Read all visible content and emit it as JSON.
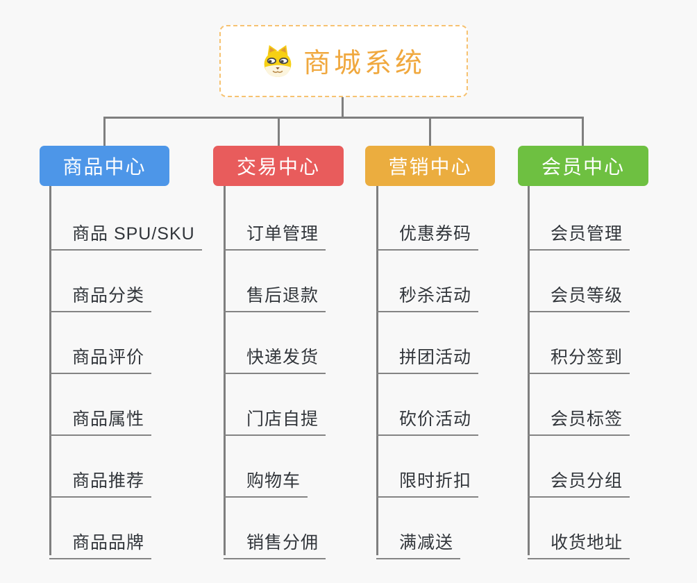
{
  "root": {
    "label": "商城系统",
    "icon": "dog-face-icon"
  },
  "branches": [
    {
      "label": "商品中心",
      "color": "#4d96e8",
      "children": [
        "商品 SPU/SKU",
        "商品分类",
        "商品评价",
        "商品属性",
        "商品推荐",
        "商品品牌"
      ]
    },
    {
      "label": "交易中心",
      "color": "#e85c5c",
      "children": [
        "订单管理",
        "售后退款",
        "快递发货",
        "门店自提",
        "购物车",
        "销售分佣"
      ]
    },
    {
      "label": "营销中心",
      "color": "#ebad3f",
      "children": [
        "优惠券码",
        "秒杀活动",
        "拼团活动",
        "砍价活动",
        "限时折扣",
        "满减送"
      ]
    },
    {
      "label": "会员中心",
      "color": "#6ec041",
      "children": [
        "会员管理",
        "会员等级",
        "积分签到",
        "会员标签",
        "会员分组",
        "收货地址"
      ]
    }
  ],
  "colors": {
    "background": "#f8f8f8",
    "connector": "#7f7f7f",
    "root_border": "#f6c271",
    "root_text": "#f0a83e",
    "leaf_text": "#31353a"
  }
}
